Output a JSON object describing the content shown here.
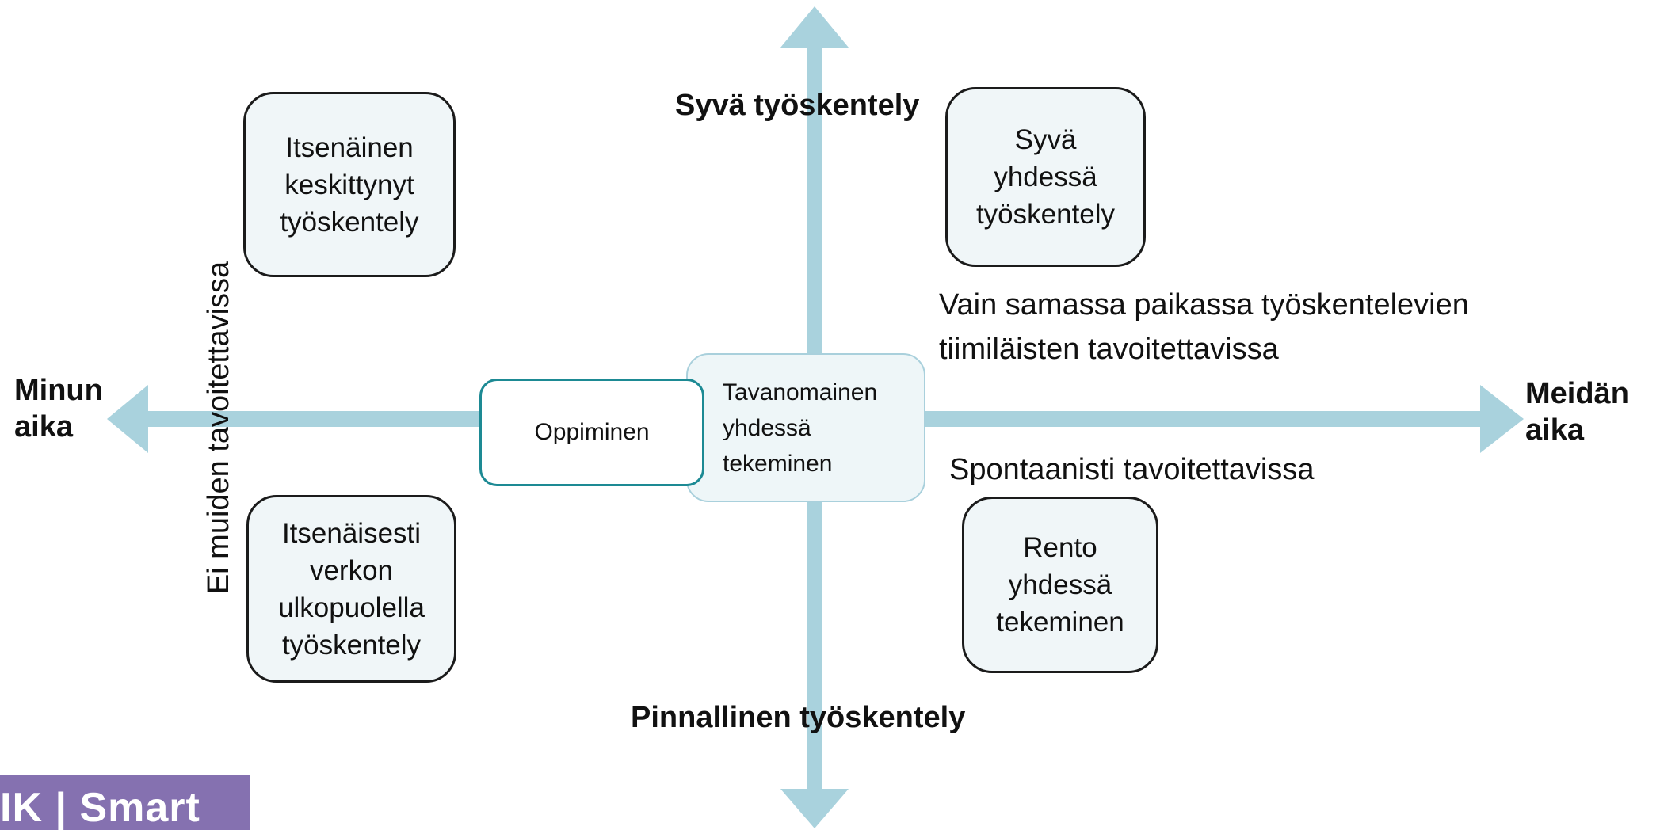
{
  "colors": {
    "axis": "#a9d2dd",
    "box_fill": "#f0f6f8",
    "box_border": "#1b1b1b",
    "learning_border": "#1d8a94",
    "logo_bg": "#8571b0"
  },
  "axes": {
    "top": "Syvä työskentely",
    "bottom": "Pinnallinen työskentely",
    "left": "Minun\naika",
    "right": "Meidän\naika"
  },
  "annotations": {
    "vertical": "Ei muiden tavoitettavissa",
    "upper_right": "Vain samassa paikassa työskentelevien\ntiimiläisten tavoitettavissa",
    "lower_right": "Spontaanisti tavoitettavissa"
  },
  "boxes": {
    "top_left": "Itsenäinen\nkeskittynyt\ntyöskentely",
    "bottom_left": "Itsenäisesti\nverkon\nulkopuolella\ntyöskentely",
    "top_right": "Syvä\nyhdessä\ntyöskentely",
    "bottom_right": "Rento\nyhdessä\ntekeminen",
    "center": "Tavanomainen\nyhdessä\ntekeminen",
    "learning": "Oppiminen"
  },
  "logo": {
    "text": "IK | Smart"
  }
}
